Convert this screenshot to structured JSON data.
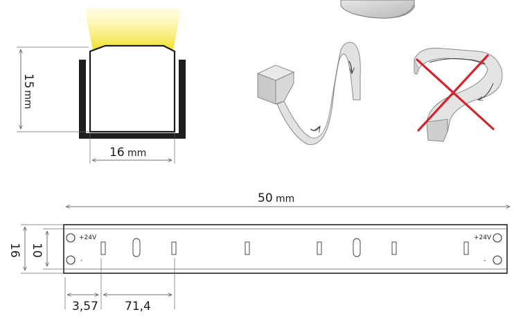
{
  "profile": {
    "height_value": "15",
    "height_unit": "mm",
    "width_value": "16",
    "width_unit": "mm"
  },
  "strip": {
    "length_value": "50",
    "length_unit": "mm",
    "outer_height": "16",
    "inner_height": "10",
    "offset_dim": "3,57",
    "pitch_dim": "71,4",
    "left_plus": "+24V",
    "left_minus": "-",
    "right_plus": "+24V",
    "right_minus": "-"
  },
  "colors": {
    "light_glow": "#f5e43a",
    "profile_fill": "#ffffff",
    "channel": "#1e1e1e",
    "strip_gray": "#d4d4d4",
    "cross_red": "#d2232a"
  },
  "icons": {
    "allowed_bend": "vertical-bend-illustration",
    "forbidden_bend": "horizontal-bend-crossed-illustration"
  }
}
